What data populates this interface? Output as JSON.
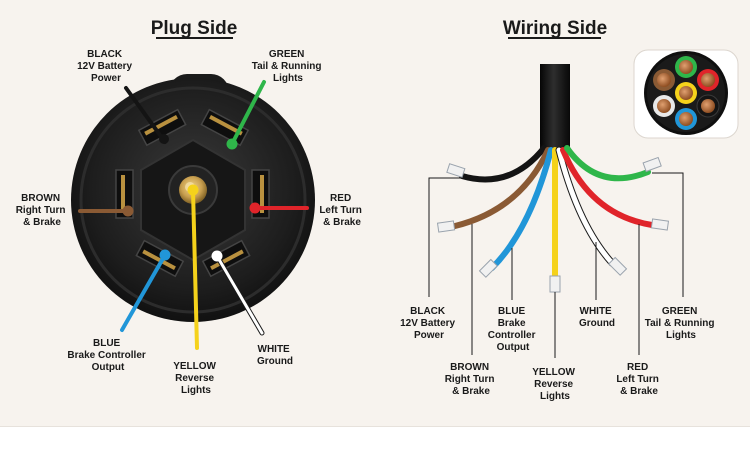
{
  "titles": {
    "plug_side": "Plug Side",
    "wiring_side": "Wiring Side"
  },
  "wire_colors": {
    "black": "#141414",
    "green": "#2fb64a",
    "brown": "#8a5a34",
    "red": "#e0242a",
    "blue": "#2196d8",
    "yellow": "#f5d21b",
    "white": "#ffffff",
    "background": "#f7f3ee"
  },
  "plug_labels": {
    "black": [
      "BLACK",
      "12V Battery",
      "Power"
    ],
    "green": [
      "GREEN",
      "Tail & Running",
      "Lights"
    ],
    "brown": [
      "BROWN",
      "Right Turn",
      "& Brake"
    ],
    "red": [
      "RED",
      "Left Turn",
      "& Brake"
    ],
    "blue": [
      "BLUE",
      "Brake Controller",
      "Output"
    ],
    "yellow": [
      "YELLOW",
      "Reverse",
      "Lights"
    ],
    "white": [
      "WHITE",
      "Ground"
    ]
  },
  "wiring_labels": {
    "black": [
      "BLACK",
      "12V Battery",
      "Power"
    ],
    "brown": [
      "BROWN",
      "Right Turn",
      "& Brake"
    ],
    "blue": [
      "BLUE",
      "Brake",
      "Controller",
      "Output"
    ],
    "yellow": [
      "YELLOW",
      "Reverse",
      "Lights"
    ],
    "white": [
      "WHITE",
      "Ground"
    ],
    "red": [
      "RED",
      "Left Turn",
      "& Brake"
    ],
    "green": [
      "GREEN",
      "Tail & Running",
      "Lights"
    ]
  }
}
